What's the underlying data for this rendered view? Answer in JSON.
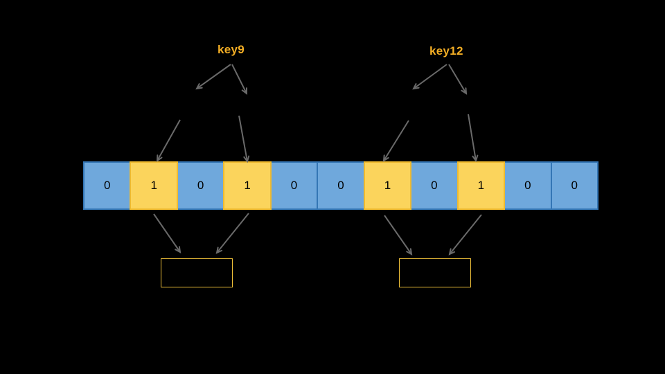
{
  "diagram": {
    "keys": [
      {
        "label": "key9"
      },
      {
        "label": "key12"
      }
    ],
    "bit_array": {
      "bits": [
        0,
        1,
        0,
        1,
        0,
        0,
        1,
        0,
        1,
        0,
        0
      ],
      "length": 11,
      "set_indices": [
        1,
        3,
        6,
        8
      ]
    },
    "result_boxes": [
      {
        "name": "left"
      },
      {
        "name": "right"
      }
    ],
    "colors": {
      "background": "#000000",
      "cell_zero_fill": "#6FA8DC",
      "cell_zero_border": "#3476B5",
      "cell_one_fill": "#FBD45C",
      "cell_one_border": "#EFBA2F",
      "key_label": "#F4AF25",
      "arrow": "#6A6A6A",
      "result_box_border": "#F0C139",
      "bit_text": "#000000"
    }
  }
}
